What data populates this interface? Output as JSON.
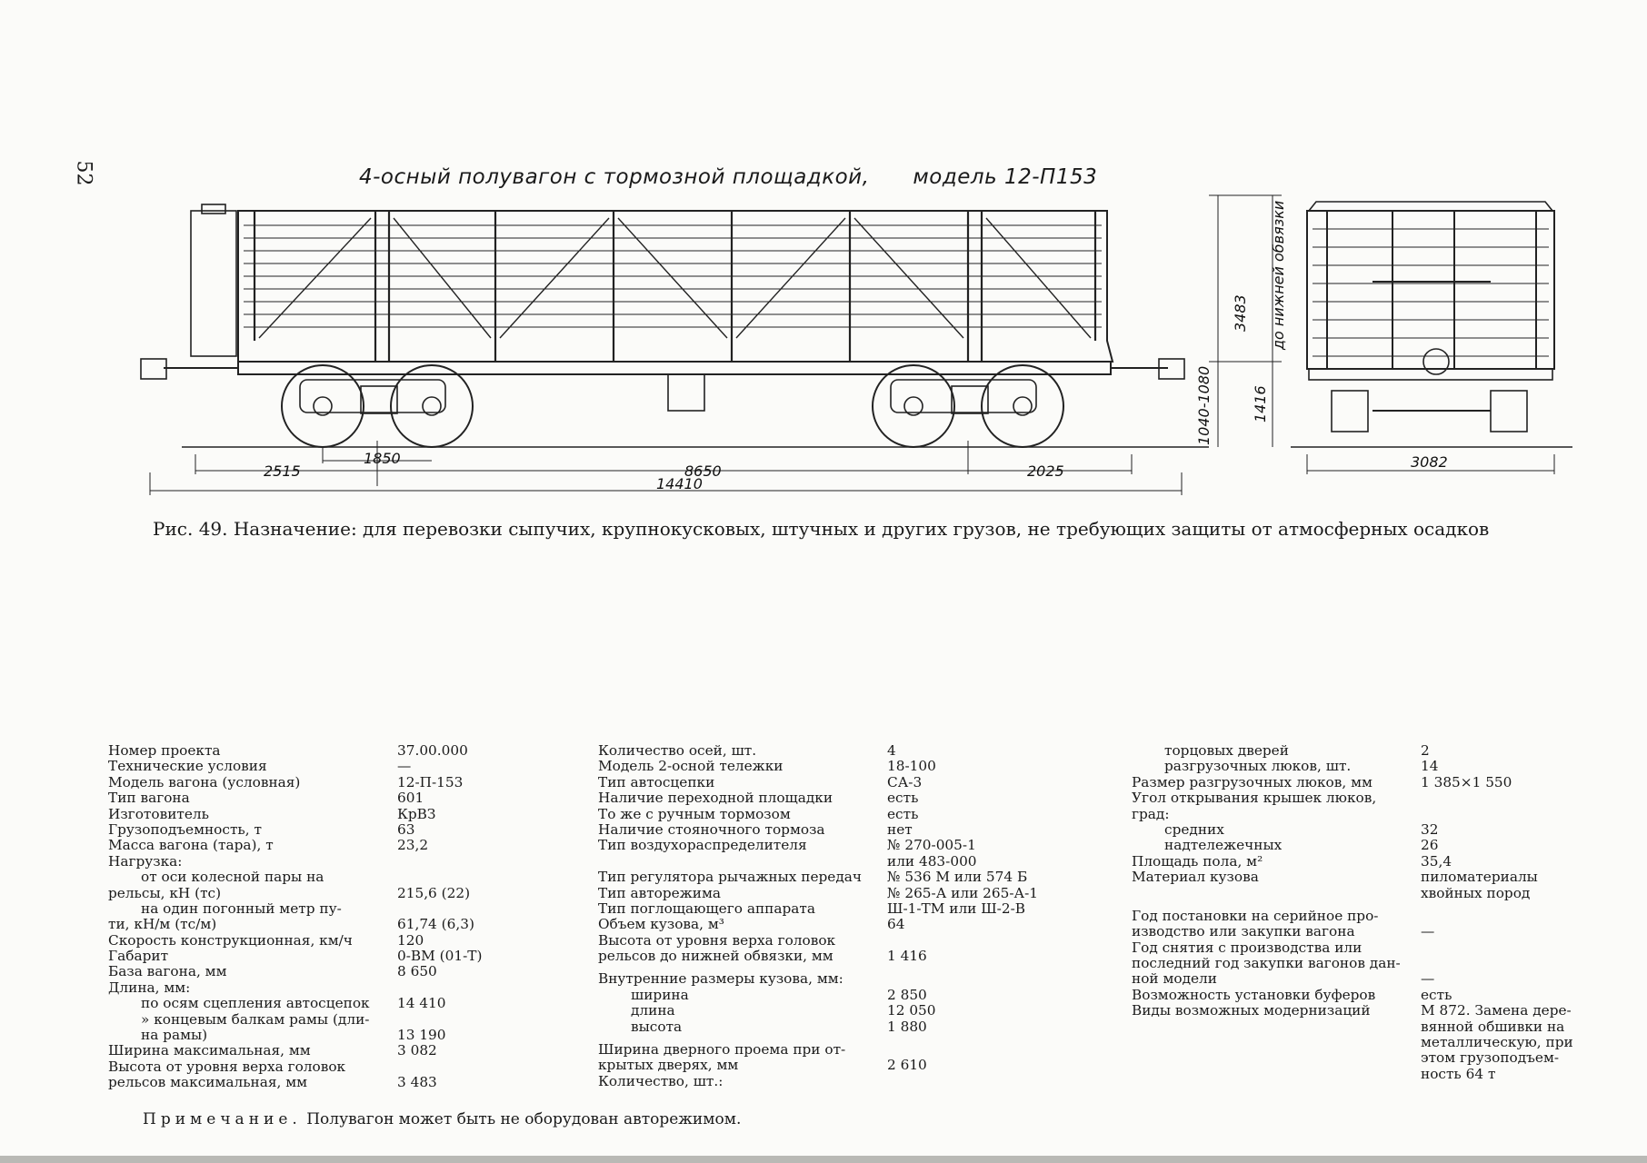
{
  "page_number": "52",
  "drawing": {
    "title": "4-осный полувагон с тормозной площадкой,",
    "model": "модель 12-П153",
    "dims": {
      "d2515": "2515",
      "d1850": "1850",
      "d8650": "8650",
      "d2025": "2025",
      "d14410": "14410",
      "d1040": "1040-1080",
      "d3483": "3483",
      "d1416": "1416",
      "frame_label": "до нижней обвязки",
      "d3082": "3082"
    }
  },
  "caption": "Рис. 49. Назначение: для перевозки сыпучих, крупнокусковых, штучных и   других грузов, не требующих защиты от атмосферных осадков",
  "col1": [
    {
      "label": "Номер проекта",
      "value": "37.00.000"
    },
    {
      "label": "Технические условия",
      "value": "—"
    },
    {
      "label": "Модель вагона (условная)",
      "value": "12-П-153"
    },
    {
      "label": "Тип вагона",
      "value": "601"
    },
    {
      "label": "Изготовитель",
      "value": "КрВЗ"
    },
    {
      "label": "Грузоподъемность, т",
      "value": "63"
    },
    {
      "label": "Масса вагона (тара), т",
      "value": "23,2"
    },
    {
      "label": "Нагрузка:",
      "value": ""
    },
    {
      "label": "от оси колесной пары на",
      "value": ""
    },
    {
      "label": "рельсы, кН (тс)",
      "value": "215,6 (22)"
    },
    {
      "label": "на один погонный метр пу-",
      "value": ""
    },
    {
      "label": "ти, кН/м (тс/м)",
      "value": "61,74 (6,3)"
    },
    {
      "label": "Скорость конструкционная, км/ч",
      "value": "120"
    },
    {
      "label": "Габарит",
      "value": "0-ВМ (01-Т)"
    },
    {
      "label": "База вагона, мм",
      "value": "8 650"
    },
    {
      "label": "Длина, мм:",
      "value": ""
    },
    {
      "label": "по осям сцепления автосцепок",
      "value": "14 410"
    },
    {
      "label": "» концевым балкам рамы (дли-",
      "value": ""
    },
    {
      "label": "на рамы)",
      "value": "13 190"
    },
    {
      "label": "Ширина максимальная, мм",
      "value": "3 082"
    },
    {
      "label": "Высота от уровня верха головок",
      "value": ""
    },
    {
      "label": "рельсов максимальная, мм",
      "value": "3 483"
    }
  ],
  "col2": [
    {
      "label": "Количество осей, шт.",
      "value": "4"
    },
    {
      "label": "Модель 2-осной тележки",
      "value": "18-100"
    },
    {
      "label": "Тип автосцепки",
      "value": "СА-3"
    },
    {
      "label": "Наличие переходной площадки",
      "value": "есть"
    },
    {
      "label": "То же с ручным тормозом",
      "value": "есть"
    },
    {
      "label": "Наличие стояночного тормоза",
      "value": "нет"
    },
    {
      "label": "Тип воздухораспределителя",
      "value": "№ 270-005-1"
    },
    {
      "label": "",
      "value": "или 483-000"
    },
    {
      "label": "Тип регулятора рычажных передач",
      "value": "№ 536 М или 574 Б"
    },
    {
      "label": "Тип авторежима",
      "value": "№ 265-А или 265-А-1"
    },
    {
      "label": "Тип поглощающего аппарата",
      "value": "Ш-1-ТМ или Ш-2-В"
    },
    {
      "label": "Объем кузова, м³",
      "value": "64"
    },
    {
      "label": "Высота от уровня верха головок",
      "value": ""
    },
    {
      "label": "рельсов до нижней обвязки, мм",
      "value": "1 416"
    },
    {
      "label": "Внутренние размеры кузова, мм:",
      "value": ""
    },
    {
      "label": "ширина",
      "value": "2 850"
    },
    {
      "label": "длина",
      "value": "12 050"
    },
    {
      "label": "высота",
      "value": "1 880"
    },
    {
      "label": "Ширина дверного проема при от-",
      "value": ""
    },
    {
      "label": "крытых дверях, мм",
      "value": "2 610"
    },
    {
      "label": "Количество, шт.:",
      "value": ""
    }
  ],
  "col3": [
    {
      "label": "торцовых дверей",
      "value": "2"
    },
    {
      "label": "разгрузочных люков, шт.",
      "value": "14"
    },
    {
      "label": "Размер разгрузочных люков, мм",
      "value": "1 385×1 550"
    },
    {
      "label": "Угол открывания крышек люков,",
      "value": ""
    },
    {
      "label": "град:",
      "value": ""
    },
    {
      "label": "средних",
      "value": "32"
    },
    {
      "label": "надтележечных",
      "value": "26"
    },
    {
      "label": "Площадь пола, м²",
      "value": "35,4"
    },
    {
      "label": "Материал кузова",
      "value": "пиломатериалы"
    },
    {
      "label": "",
      "value": "хвойных пород"
    },
    {
      "label": "Год постановки на серийное про-",
      "value": ""
    },
    {
      "label": "изводство или закупки вагона",
      "value": "—"
    },
    {
      "label": "Год снятия с производства или",
      "value": ""
    },
    {
      "label": "последний год закупки вагонов дан-",
      "value": ""
    },
    {
      "label": "ной модели",
      "value": "—"
    },
    {
      "label": "Возможность установки буферов",
      "value": "есть"
    },
    {
      "label": "Виды возможных модернизаций",
      "value": "М 872. Замена дере-"
    },
    {
      "label": "",
      "value": "вянной обшивки на"
    },
    {
      "label": "",
      "value": "металлическую, при"
    },
    {
      "label": "",
      "value": "этом грузоподъем-"
    },
    {
      "label": "",
      "value": "ность 64 т"
    }
  ],
  "note": {
    "lead": "Примечание.",
    "text": "Полувагон может быть не оборудован авторежимом."
  }
}
